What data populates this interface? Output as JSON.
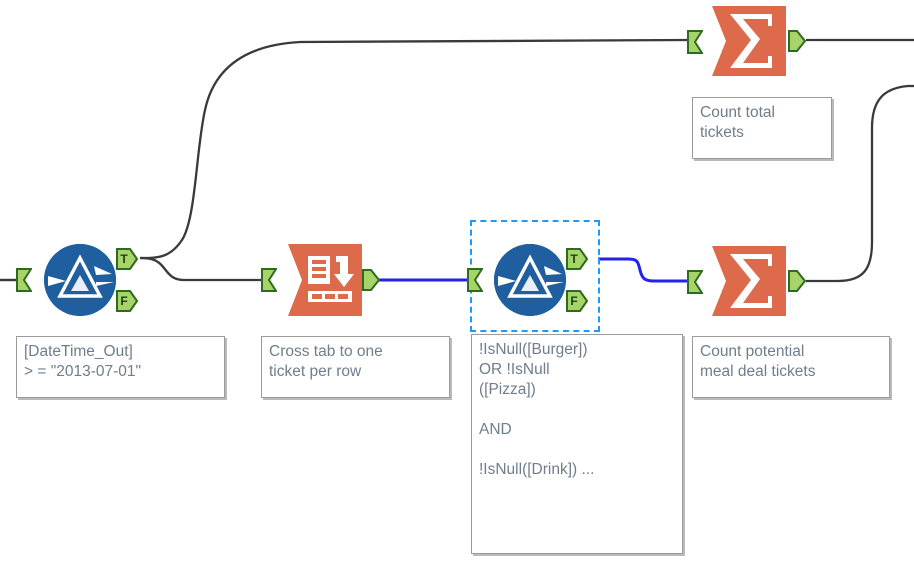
{
  "app": {
    "name": "Alteryx Designer",
    "view": "workflow-canvas",
    "canvas_background": "#ffffff"
  },
  "palette": {
    "filter_tool_blue": "#1F5FA0",
    "summarize_tool_orange": "#DD6A4B",
    "crosstab_tool_orange": "#DD6A4B",
    "connector_green_fill": "#A6D468",
    "connector_green_border": "#2F6B1F",
    "wire_default": "#3a3a3a",
    "wire_selected_blue": "#2222E8",
    "selection_border": "#1b9af7",
    "annotation_text": "#6f7d8c",
    "annotation_border": "#9b9b9b"
  },
  "nodes": [
    {
      "id": "filter-date",
      "type": "filter",
      "icon": "alteryx-filter-icon",
      "selected": false,
      "outputs": [
        "T",
        "F"
      ],
      "annotation": "[DateTime_Out]\n> = \"2013-07-01\""
    },
    {
      "id": "crosstab",
      "type": "cross-tab",
      "icon": "cross-tab-icon",
      "selected": false,
      "outputs": [],
      "annotation": "Cross tab to one\nticket per row"
    },
    {
      "id": "filter-meal",
      "type": "filter",
      "icon": "alteryx-filter-icon",
      "selected": true,
      "outputs": [
        "T",
        "F"
      ],
      "annotation": "!IsNull([Burger])\nOR !IsNull\n([Pizza])\n\nAND\n\n!IsNull([Drink]) ..."
    },
    {
      "id": "summarize-total",
      "type": "summarize",
      "icon": "sigma-icon",
      "selected": false,
      "outputs": [],
      "annotation": "Count total\ntickets"
    },
    {
      "id": "summarize-meal",
      "type": "summarize",
      "icon": "sigma-icon",
      "selected": false,
      "outputs": [],
      "annotation": "Count potential\nmeal deal tickets"
    }
  ],
  "connector_labels": {
    "true_output": "T",
    "false_output": "F"
  },
  "connections": [
    {
      "from": "canvas-left-edge",
      "to": "filter-date.input",
      "style": "default"
    },
    {
      "from": "filter-date.T",
      "to": "summarize-total.input",
      "style": "default"
    },
    {
      "from": "filter-date.T",
      "to": "crosstab.input",
      "style": "default"
    },
    {
      "from": "crosstab.output",
      "to": "filter-meal.input",
      "style": "selected-blue"
    },
    {
      "from": "filter-meal.T",
      "to": "summarize-meal.input",
      "style": "selected-blue"
    },
    {
      "from": "summarize-total.output",
      "to": "canvas-right-edge",
      "style": "default"
    },
    {
      "from": "summarize-meal.output",
      "to": "canvas-right-edge",
      "style": "default"
    }
  ]
}
